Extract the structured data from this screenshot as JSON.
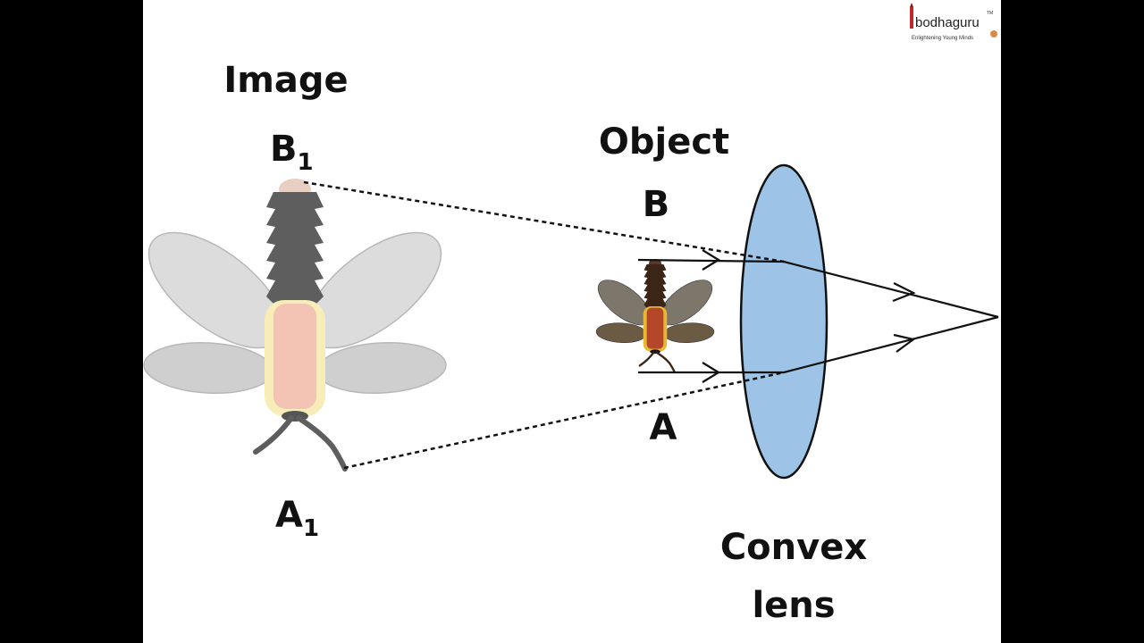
{
  "logo": {
    "text": "bodhaguru",
    "trademark": "TM",
    "tagline": "Enlightening Young Minds"
  },
  "labels": {
    "image": "Image",
    "b1_letter": "B",
    "b1_sub": "1",
    "object": "Object",
    "b": "B",
    "a": "A",
    "a1_letter": "A",
    "a1_sub": "1",
    "convex": "Convex",
    "lens": "lens"
  },
  "colors": {
    "lens_fill": "#9dc3e6",
    "background": "#ffffff",
    "sides": "#000000"
  }
}
